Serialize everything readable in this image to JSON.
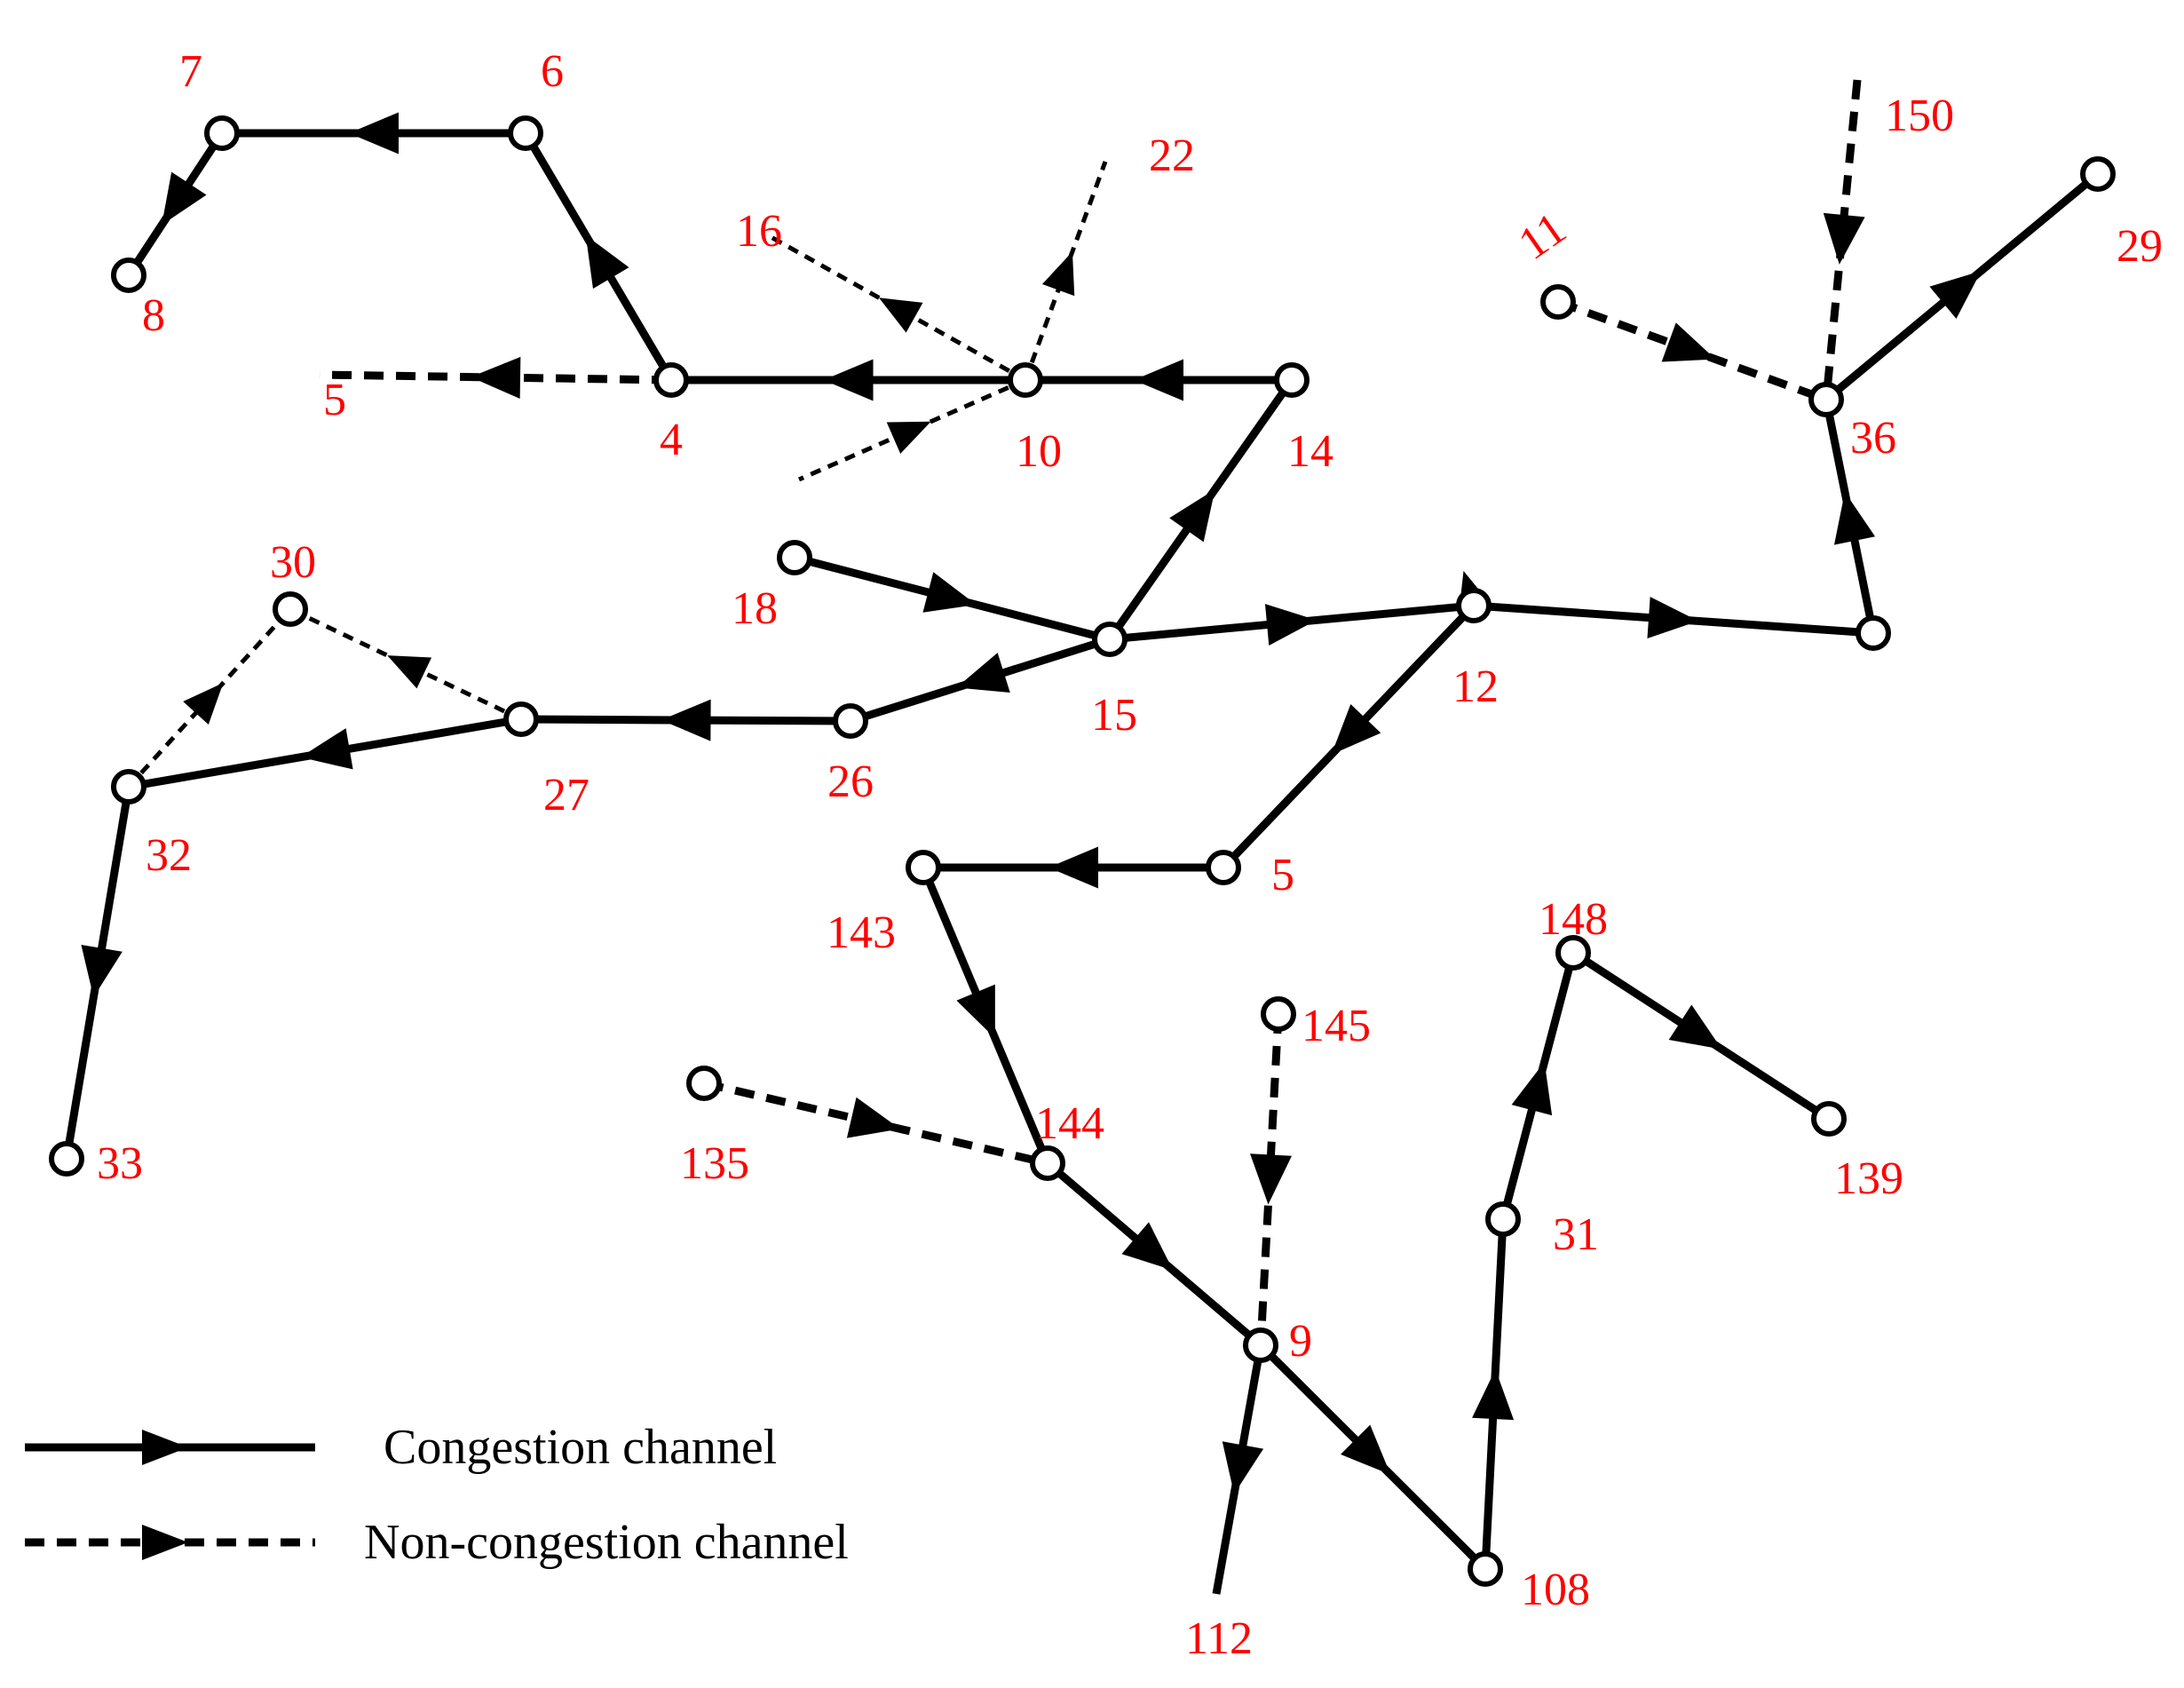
{
  "legend": {
    "congestion_label": "Congestion channel",
    "non_congestion_label": "Non-congestion channel"
  },
  "colors": {
    "edge": "#000000",
    "label": "#ff0000",
    "node_fill": "#ffffff",
    "node_stroke": "#000000"
  },
  "nodes": [
    {
      "id": "n7",
      "label": "7"
    },
    {
      "id": "n6",
      "label": "6"
    },
    {
      "id": "n8",
      "label": "8"
    },
    {
      "id": "n4",
      "label": "4"
    },
    {
      "id": "n10",
      "label": "10"
    },
    {
      "id": "n14",
      "label": "14"
    },
    {
      "id": "n15",
      "label": "15"
    },
    {
      "id": "n18",
      "label": "18"
    },
    {
      "id": "n12",
      "label": "12"
    },
    {
      "id": "n11",
      "label": "11"
    },
    {
      "id": "n36",
      "label": "36"
    },
    {
      "id": "n29",
      "label": "29"
    },
    {
      "id": "nR",
      "label": ""
    },
    {
      "id": "n26",
      "label": "26"
    },
    {
      "id": "n27",
      "label": "27"
    },
    {
      "id": "n30",
      "label": "30"
    },
    {
      "id": "n32",
      "label": "32"
    },
    {
      "id": "n33",
      "label": "33"
    },
    {
      "id": "n5b",
      "label": "5"
    },
    {
      "id": "n143",
      "label": "143"
    },
    {
      "id": "n144",
      "label": "144"
    },
    {
      "id": "n135",
      "label": "135"
    },
    {
      "id": "n145",
      "label": "145"
    },
    {
      "id": "n9",
      "label": "9"
    },
    {
      "id": "n108",
      "label": "108"
    },
    {
      "id": "n31",
      "label": "31"
    },
    {
      "id": "n148",
      "label": "148"
    },
    {
      "id": "n139",
      "label": "139"
    }
  ],
  "stubs": [
    {
      "id": "s5",
      "label": "5"
    },
    {
      "id": "s16",
      "label": "16"
    },
    {
      "id": "s22",
      "label": "22"
    },
    {
      "id": "sLow",
      "label": ""
    },
    {
      "id": "s150",
      "label": "150"
    },
    {
      "id": "s112",
      "label": "112"
    },
    {
      "id": "s11up",
      "label": ""
    }
  ],
  "edges": [
    {
      "from": "n6",
      "to": "n7",
      "type": "congestion"
    },
    {
      "from": "n7",
      "to": "n8",
      "type": "congestion"
    },
    {
      "from": "n4",
      "to": "n6",
      "type": "congestion"
    },
    {
      "from": "n10",
      "to": "n4",
      "type": "congestion"
    },
    {
      "from": "n14",
      "to": "n10",
      "type": "congestion"
    },
    {
      "from": "n15",
      "to": "n14",
      "type": "congestion"
    },
    {
      "from": "n18",
      "to": "n15",
      "type": "congestion"
    },
    {
      "from": "n15",
      "to": "n12",
      "type": "congestion"
    },
    {
      "from": "n12",
      "to": "nR",
      "type": "congestion"
    },
    {
      "from": "nR",
      "to": "n36",
      "type": "congestion"
    },
    {
      "from": "n36",
      "to": "n29",
      "type": "congestion"
    },
    {
      "from": "n15",
      "to": "n26",
      "type": "congestion"
    },
    {
      "from": "n26",
      "to": "n27",
      "type": "congestion"
    },
    {
      "from": "n27",
      "to": "n32",
      "type": "congestion"
    },
    {
      "from": "n32",
      "to": "n33",
      "type": "congestion"
    },
    {
      "from": "n12",
      "to": "n5b",
      "type": "congestion"
    },
    {
      "from": "n5b",
      "to": "n143",
      "type": "congestion"
    },
    {
      "from": "n143",
      "to": "n144",
      "type": "congestion"
    },
    {
      "from": "n144",
      "to": "n9",
      "type": "congestion"
    },
    {
      "from": "n9",
      "to": "s112",
      "type": "congestion"
    },
    {
      "from": "n9",
      "to": "n108",
      "type": "congestion"
    },
    {
      "from": "n108",
      "to": "n31",
      "type": "congestion"
    },
    {
      "from": "n31",
      "to": "n148",
      "type": "congestion"
    },
    {
      "from": "n148",
      "to": "n139",
      "type": "congestion"
    },
    {
      "from": "n4",
      "to": "s5",
      "type": "non-congestion"
    },
    {
      "from": "n10",
      "to": "s16",
      "type": "non-congestion-thin"
    },
    {
      "from": "n10",
      "to": "s22",
      "type": "non-congestion-thin"
    },
    {
      "from": "n10",
      "to": "sLow",
      "type": "non-congestion-thin",
      "reverse": true
    },
    {
      "from": "n11",
      "to": "n36",
      "type": "non-congestion"
    },
    {
      "from": "s150",
      "to": "n36",
      "type": "non-congestion"
    },
    {
      "from": "n12",
      "to": "s11up",
      "type": "non-congestion-thin"
    },
    {
      "from": "n27",
      "to": "n30",
      "type": "non-congestion-thin"
    },
    {
      "from": "n32",
      "to": "n30",
      "type": "non-congestion-thin"
    },
    {
      "from": "n135",
      "to": "n144",
      "type": "non-congestion"
    },
    {
      "from": "n145",
      "to": "n9",
      "type": "non-congestion"
    }
  ]
}
